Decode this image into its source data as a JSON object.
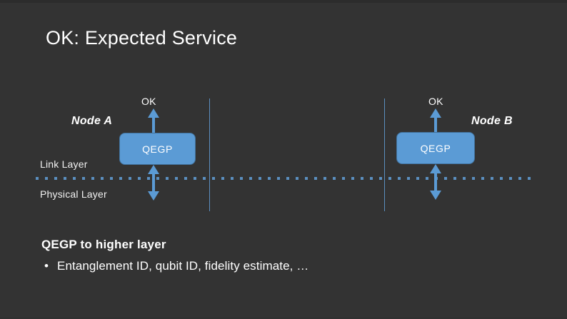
{
  "slide": {
    "title": "OK: Expected Service",
    "background_color": "#333333",
    "accent_color": "#5b9bd5",
    "line_color": "#5b8fc0",
    "text_color": "#ffffff"
  },
  "diagram": {
    "layers": {
      "link_layer_label": "Link Layer",
      "physical_layer_label": "Physical Layer"
    },
    "nodes": [
      {
        "name": "Node A",
        "ok_label": "OK",
        "box_label": "QEGP"
      },
      {
        "name": "Node B",
        "ok_label": "OK",
        "box_label": "QEGP"
      }
    ]
  },
  "notes": {
    "heading": "QEGP to higher layer",
    "bullet_marker": "•",
    "bullet_text": "Entanglement ID, qubit ID, fidelity estimate, …"
  }
}
